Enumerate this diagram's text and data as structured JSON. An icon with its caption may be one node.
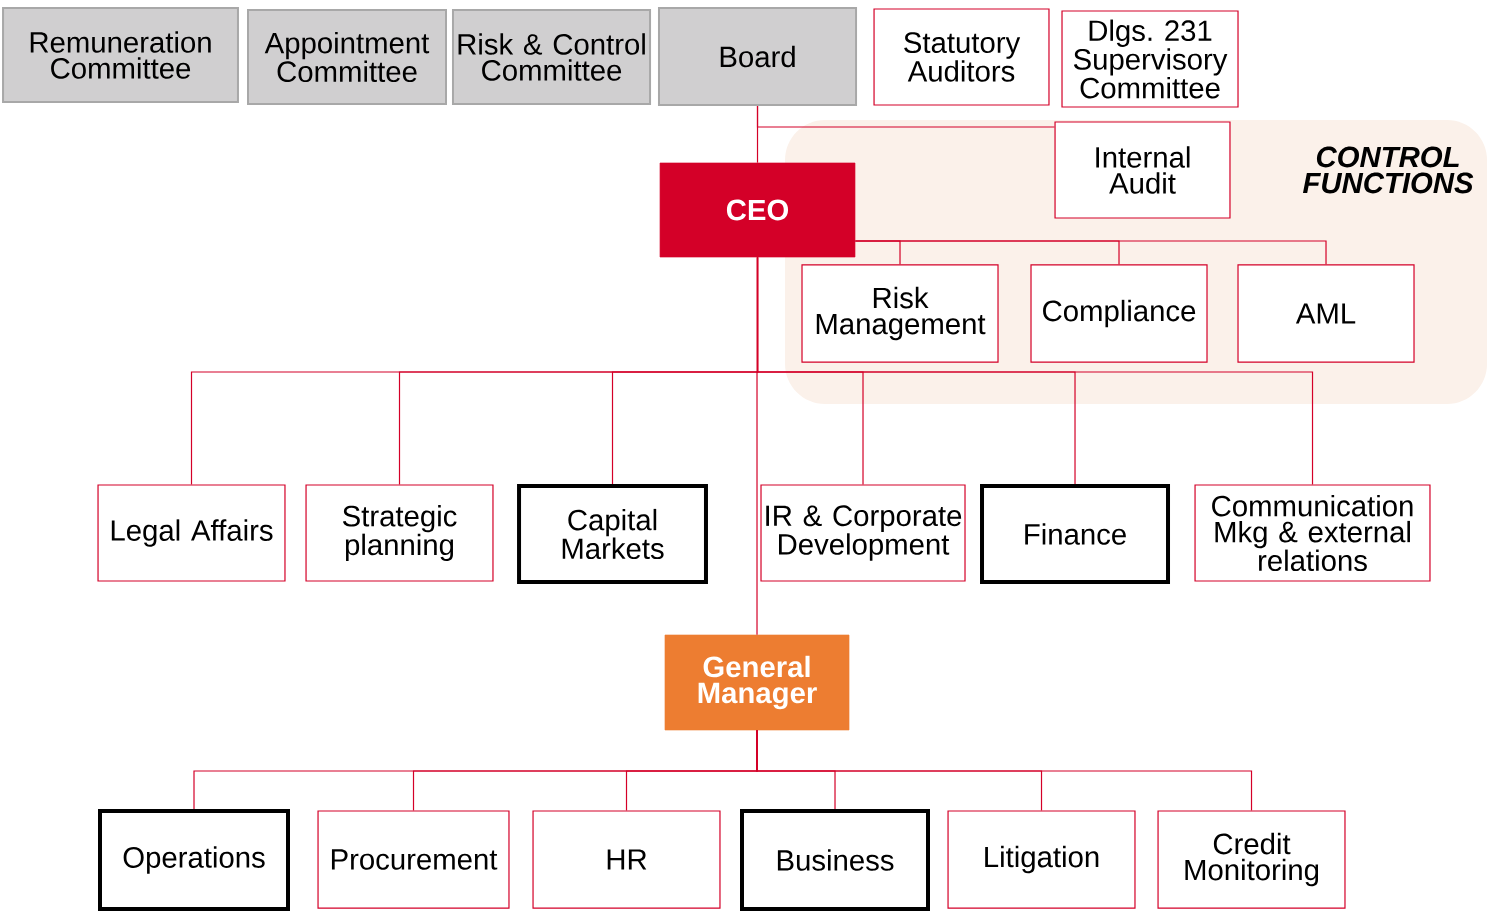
{
  "diagram": {
    "nodes": [
      {
        "text": [
          "Remuneration Committee"
        ]
      },
      {
        "text": [
          "Appointment Committee"
        ]
      },
      {
        "text": [
          "Risk & Control Committee"
        ]
      },
      {
        "text": [
          "Board"
        ]
      },
      {
        "text": [
          "Statutory Auditors"
        ]
      },
      {
        "text": [
          "Dlgs. 231 Supervisory Committee"
        ]
      },
      {
        "text": [
          "CONTROL FUNCTIONS"
        ]
      },
      {
        "text": [
          "Internal Audit"
        ],
        "in": 6
      },
      {
        "text": [
          "CEO"
        ]
      },
      {
        "text": [
          "Risk Management"
        ],
        "in": 6
      },
      {
        "text": [
          "Compliance"
        ],
        "in": 6
      },
      {
        "text": [
          "AML"
        ],
        "in": 6
      },
      {
        "text": [
          "Legal Affairs"
        ]
      },
      {
        "text": [
          "Strategic planning"
        ]
      },
      {
        "text": [
          "Capital Markets"
        ]
      },
      {
        "text": [
          "IR & Corporate Development"
        ]
      },
      {
        "text": [
          "Finance"
        ]
      },
      {
        "text": [
          "Communication Mkg & external relations"
        ]
      },
      {
        "text": [
          "General Manager"
        ]
      },
      {
        "text": [
          "Operations"
        ]
      },
      {
        "text": [
          "Procurement"
        ]
      },
      {
        "text": [
          "HR"
        ]
      },
      {
        "text": [
          "Business"
        ]
      },
      {
        "text": [
          "Litigation"
        ]
      },
      {
        "text": [
          "Credit Monitoring"
        ]
      }
    ],
    "edges": [
      {
        "from": 3,
        "to": 8,
        "arrow": "none"
      },
      {
        "from": 3,
        "to": 7,
        "arrow": "none"
      },
      {
        "from": 8,
        "to": 9,
        "arrow": "none"
      },
      {
        "from": 8,
        "to": 10,
        "arrow": "none"
      },
      {
        "from": 8,
        "to": 11,
        "arrow": "none"
      },
      {
        "from": 8,
        "to": 12,
        "arrow": "none"
      },
      {
        "from": 8,
        "to": 13,
        "arrow": "none"
      },
      {
        "from": 8,
        "to": 14,
        "arrow": "none"
      },
      {
        "from": 8,
        "to": 15,
        "arrow": "none"
      },
      {
        "from": 8,
        "to": 16,
        "arrow": "none"
      },
      {
        "from": 8,
        "to": 17,
        "arrow": "none"
      },
      {
        "from": 8,
        "to": 18,
        "arrow": "none"
      },
      {
        "from": 18,
        "to": 19,
        "arrow": "none"
      },
      {
        "from": 18,
        "to": 20,
        "arrow": "none"
      },
      {
        "from": 18,
        "to": 21,
        "arrow": "none"
      },
      {
        "from": 18,
        "to": 22,
        "arrow": "none"
      },
      {
        "from": 18,
        "to": 23,
        "arrow": "none"
      },
      {
        "from": 18,
        "to": 24,
        "arrow": "none"
      }
    ]
  }
}
